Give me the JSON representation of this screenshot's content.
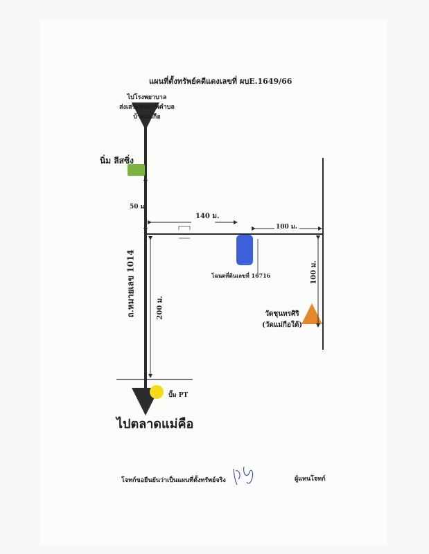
{
  "title": "แผนที่ตั้งทรัพย์คดีแดงเลขที่ ผบE.1649/66",
  "destination_top": [
    "ไปโรงพยาบาล",
    "ส่งเสริมสุขภาพตำบล",
    "บ้านแม่กือ"
  ],
  "landmarks": {
    "shop": "นิ่ม ลีสซิ่ง",
    "plot": "โฉนดที่ดินเลขที่ 16716",
    "temple_line1": "วัดชุนทรศิริ",
    "temple_line2": "(วัดแม่กือใต้)",
    "pump": "ปั๊ม PT"
  },
  "road_name": "ถ.หมายเลข 1014",
  "distances": {
    "shop_to_junction": "50 ม.",
    "junction_to_plot": "140 ม.",
    "plot_to_corner": "100 ม.",
    "corner_to_temple": "100 ม.",
    "junction_to_pump": "200 ม."
  },
  "destination_bottom": "ไปตลาดแม่คือ",
  "certify_text": "โจทก์ขอยืนยันว่าเป็นแผนที่ตั้งทรัพย์จริง",
  "representative": "ผู้แทนโจทก์",
  "colors": {
    "shop": "#7cb342",
    "plot": "#3d5fd9",
    "temple": "#e58a2a",
    "pump": "#f2dc1a",
    "line": "#2b2b2b"
  }
}
